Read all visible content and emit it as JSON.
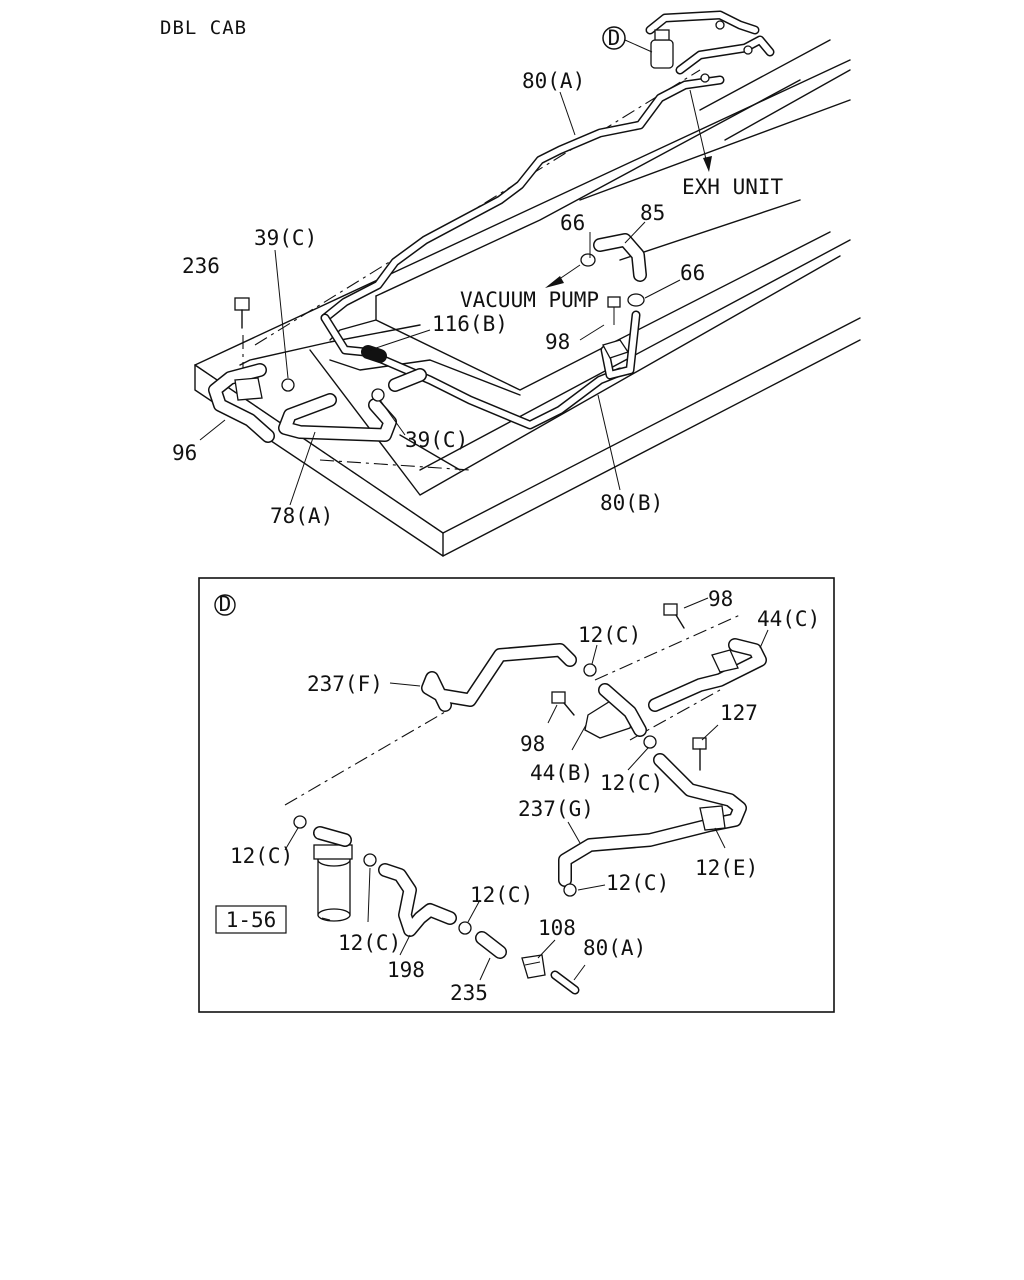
{
  "title": "DBL CAB",
  "main": {
    "callout_ref": "D",
    "labels": {
      "p80a": "80(A)",
      "exh_unit": "EXH UNIT",
      "p39c_top": "39(C)",
      "p236": "236",
      "p66_top": "66",
      "p85": "85",
      "p66_right": "66",
      "vacuum_pump": "VACUUM PUMP",
      "p116b": "116(B)",
      "p98": "98",
      "p96": "96",
      "p39c_bottom": "39(C)",
      "p78a": "78(A)",
      "p80b": "80(B)"
    }
  },
  "detail": {
    "badge": "D",
    "labels": {
      "p98_top": "98",
      "p44c": "44(C)",
      "p12c_top": "12(C)",
      "p237f": "237(F)",
      "p127": "127",
      "p98_mid": "98",
      "p44b": "44(B)",
      "p12c_mid": "12(C)",
      "p237g": "237(G)",
      "p12e": "12(E)",
      "p12c_left": "12(C)",
      "p12c_lower": "12(C)",
      "p12c_center": "12(C)",
      "p156": "1-56",
      "p108": "108",
      "p80a": "80(A)",
      "p12c_bottom": "12(C)",
      "p198": "198",
      "p235": "235"
    }
  }
}
